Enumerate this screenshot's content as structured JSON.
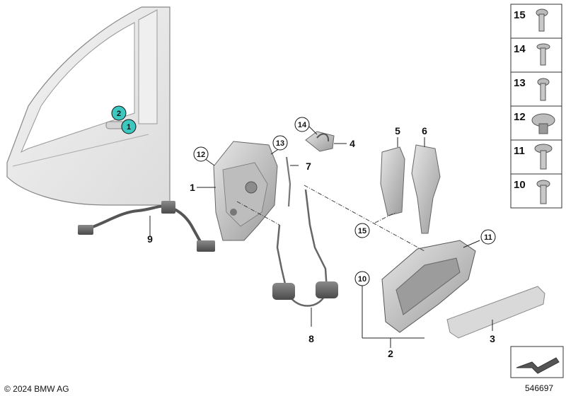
{
  "callouts": {
    "c1": "1",
    "c2": "2",
    "c3": "3",
    "c4": "4",
    "c5": "5",
    "c6": "6",
    "c7": "7",
    "c8": "8",
    "c9": "9",
    "c10": "10",
    "c11": "11",
    "c12": "12",
    "c13": "13",
    "c14": "14",
    "c15": "15"
  },
  "door_markers": {
    "m1": "1",
    "m2": "2"
  },
  "sidebar": {
    "items": [
      {
        "label": "15"
      },
      {
        "label": "14"
      },
      {
        "label": "13"
      },
      {
        "label": "12"
      },
      {
        "label": "11"
      },
      {
        "label": "10"
      }
    ]
  },
  "footer": {
    "copyright": "© 2024 BMW AG",
    "diagram_number": "546697"
  },
  "colors": {
    "marker_fill": "#3cc8c0",
    "part_gray": "#c9c9c9",
    "line": "#222222"
  }
}
